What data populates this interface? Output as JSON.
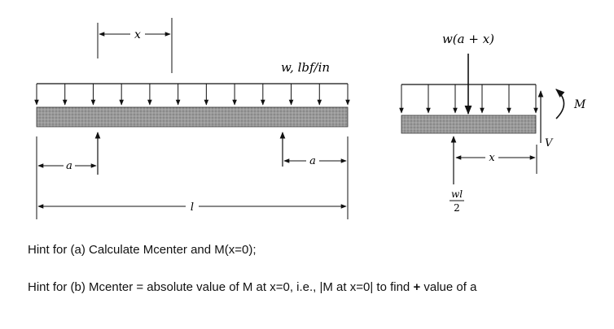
{
  "diagram": {
    "left_beam": {
      "load_label": "w, lbf/in",
      "x_label": "x",
      "a_label_left": "a",
      "a_label_right": "a",
      "length_label": "l"
    },
    "free_body": {
      "resultant_label": "w(a + x)",
      "moment_label": "M",
      "shear_label": "V",
      "x_label": "x",
      "reaction_numerator": "wl",
      "reaction_denominator": "2"
    }
  },
  "hints": {
    "a": "Hint for (a) Calculate Mcenter and M(x=0);",
    "b_part1": "Hint for (b) Mcenter = absolute value of M at x=0, i.e., |M at x=0| to find ",
    "b_plus": "+",
    "b_part2": " value of a"
  }
}
